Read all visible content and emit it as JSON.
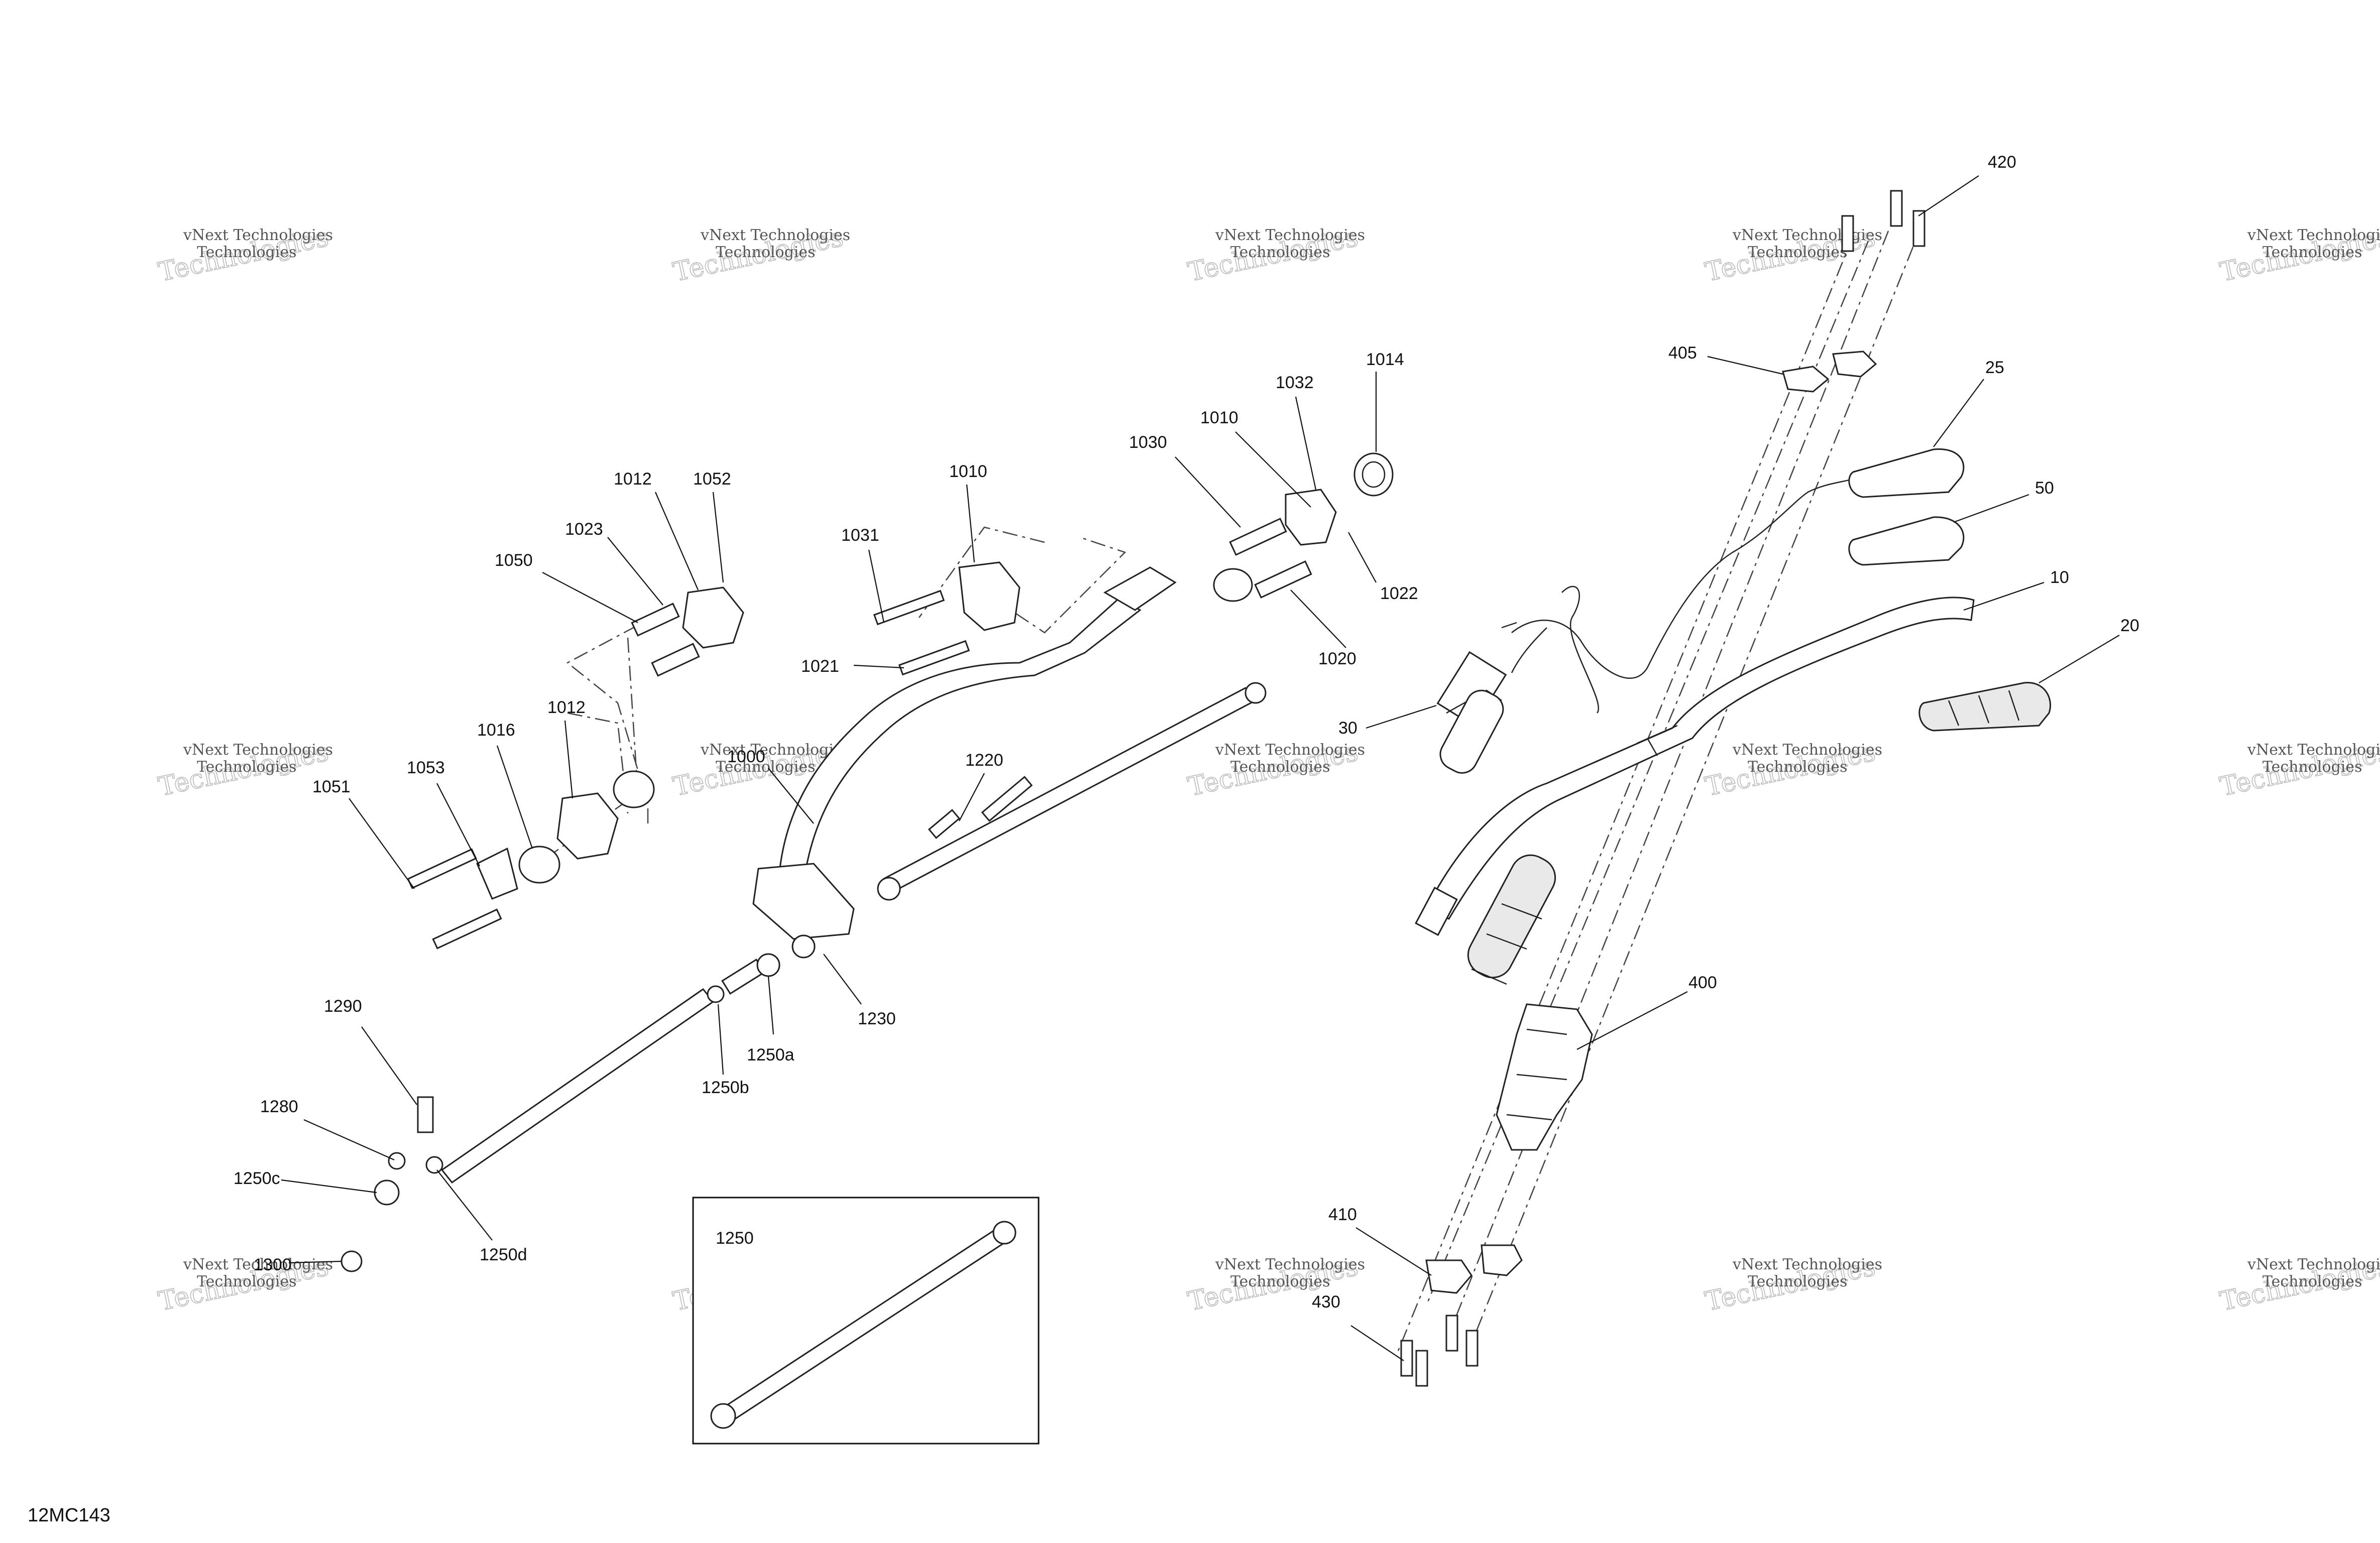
{
  "diagram_code": "12MC143",
  "watermark": {
    "line1": "vNext Technologies",
    "line2": "Technologies"
  },
  "callouts": {
    "c420": "420",
    "c405": "405",
    "c25": "25",
    "c50": "50",
    "c10": "10",
    "c20": "20",
    "c30": "30",
    "c400": "400",
    "c410": "410",
    "c430": "430",
    "c1014": "1014",
    "c1032": "1032",
    "c1010a": "1010",
    "c1030": "1030",
    "c1010b": "1010",
    "c1022": "1022",
    "c1020": "1020",
    "c1031": "1031",
    "c1021": "1021",
    "c1000": "1000",
    "c1220": "1220",
    "c1012a": "1012",
    "c1052": "1052",
    "c1023": "1023",
    "c1050": "1050",
    "c1012b": "1012",
    "c1016": "1016",
    "c1053": "1053",
    "c1051": "1051",
    "c1230": "1230",
    "c1250a": "1250a",
    "c1250b": "1250b",
    "c1290": "1290",
    "c1280": "1280",
    "c1250c": "1250c",
    "c1250d": "1250d",
    "c1300": "1300",
    "c1250": "1250"
  }
}
